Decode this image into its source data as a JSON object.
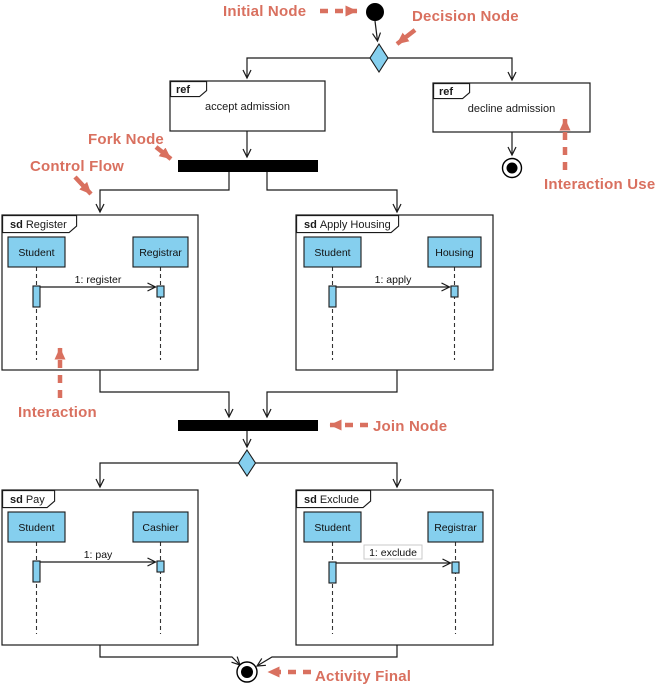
{
  "colors": {
    "annotation": "#d9705f",
    "node_fill": "#85cfee"
  },
  "annotations": {
    "initial_node": "Initial Node",
    "decision_node": "Decision Node",
    "fork_node": "Fork Node",
    "control_flow": "Control Flow",
    "interaction_use": "Interaction Use",
    "interaction": "Interaction",
    "join_node": "Join Node",
    "activity_final": "Activity Final"
  },
  "ref_frames": [
    {
      "keyword": "ref",
      "label": "accept admission"
    },
    {
      "keyword": "ref",
      "label": "decline admission"
    }
  ],
  "sd_frames": [
    {
      "keyword": "sd",
      "title": "Register",
      "lifelines": [
        "Student",
        "Registrar"
      ],
      "message": "1: register"
    },
    {
      "keyword": "sd",
      "title": "Apply Housing",
      "lifelines": [
        "Student",
        "Housing"
      ],
      "message": "1: apply"
    },
    {
      "keyword": "sd",
      "title": "Pay",
      "lifelines": [
        "Student",
        "Cashier"
      ],
      "message": "1: pay"
    },
    {
      "keyword": "sd",
      "title": "Exclude",
      "lifelines": [
        "Student",
        "Registrar"
      ],
      "message": "1: exclude"
    }
  ]
}
